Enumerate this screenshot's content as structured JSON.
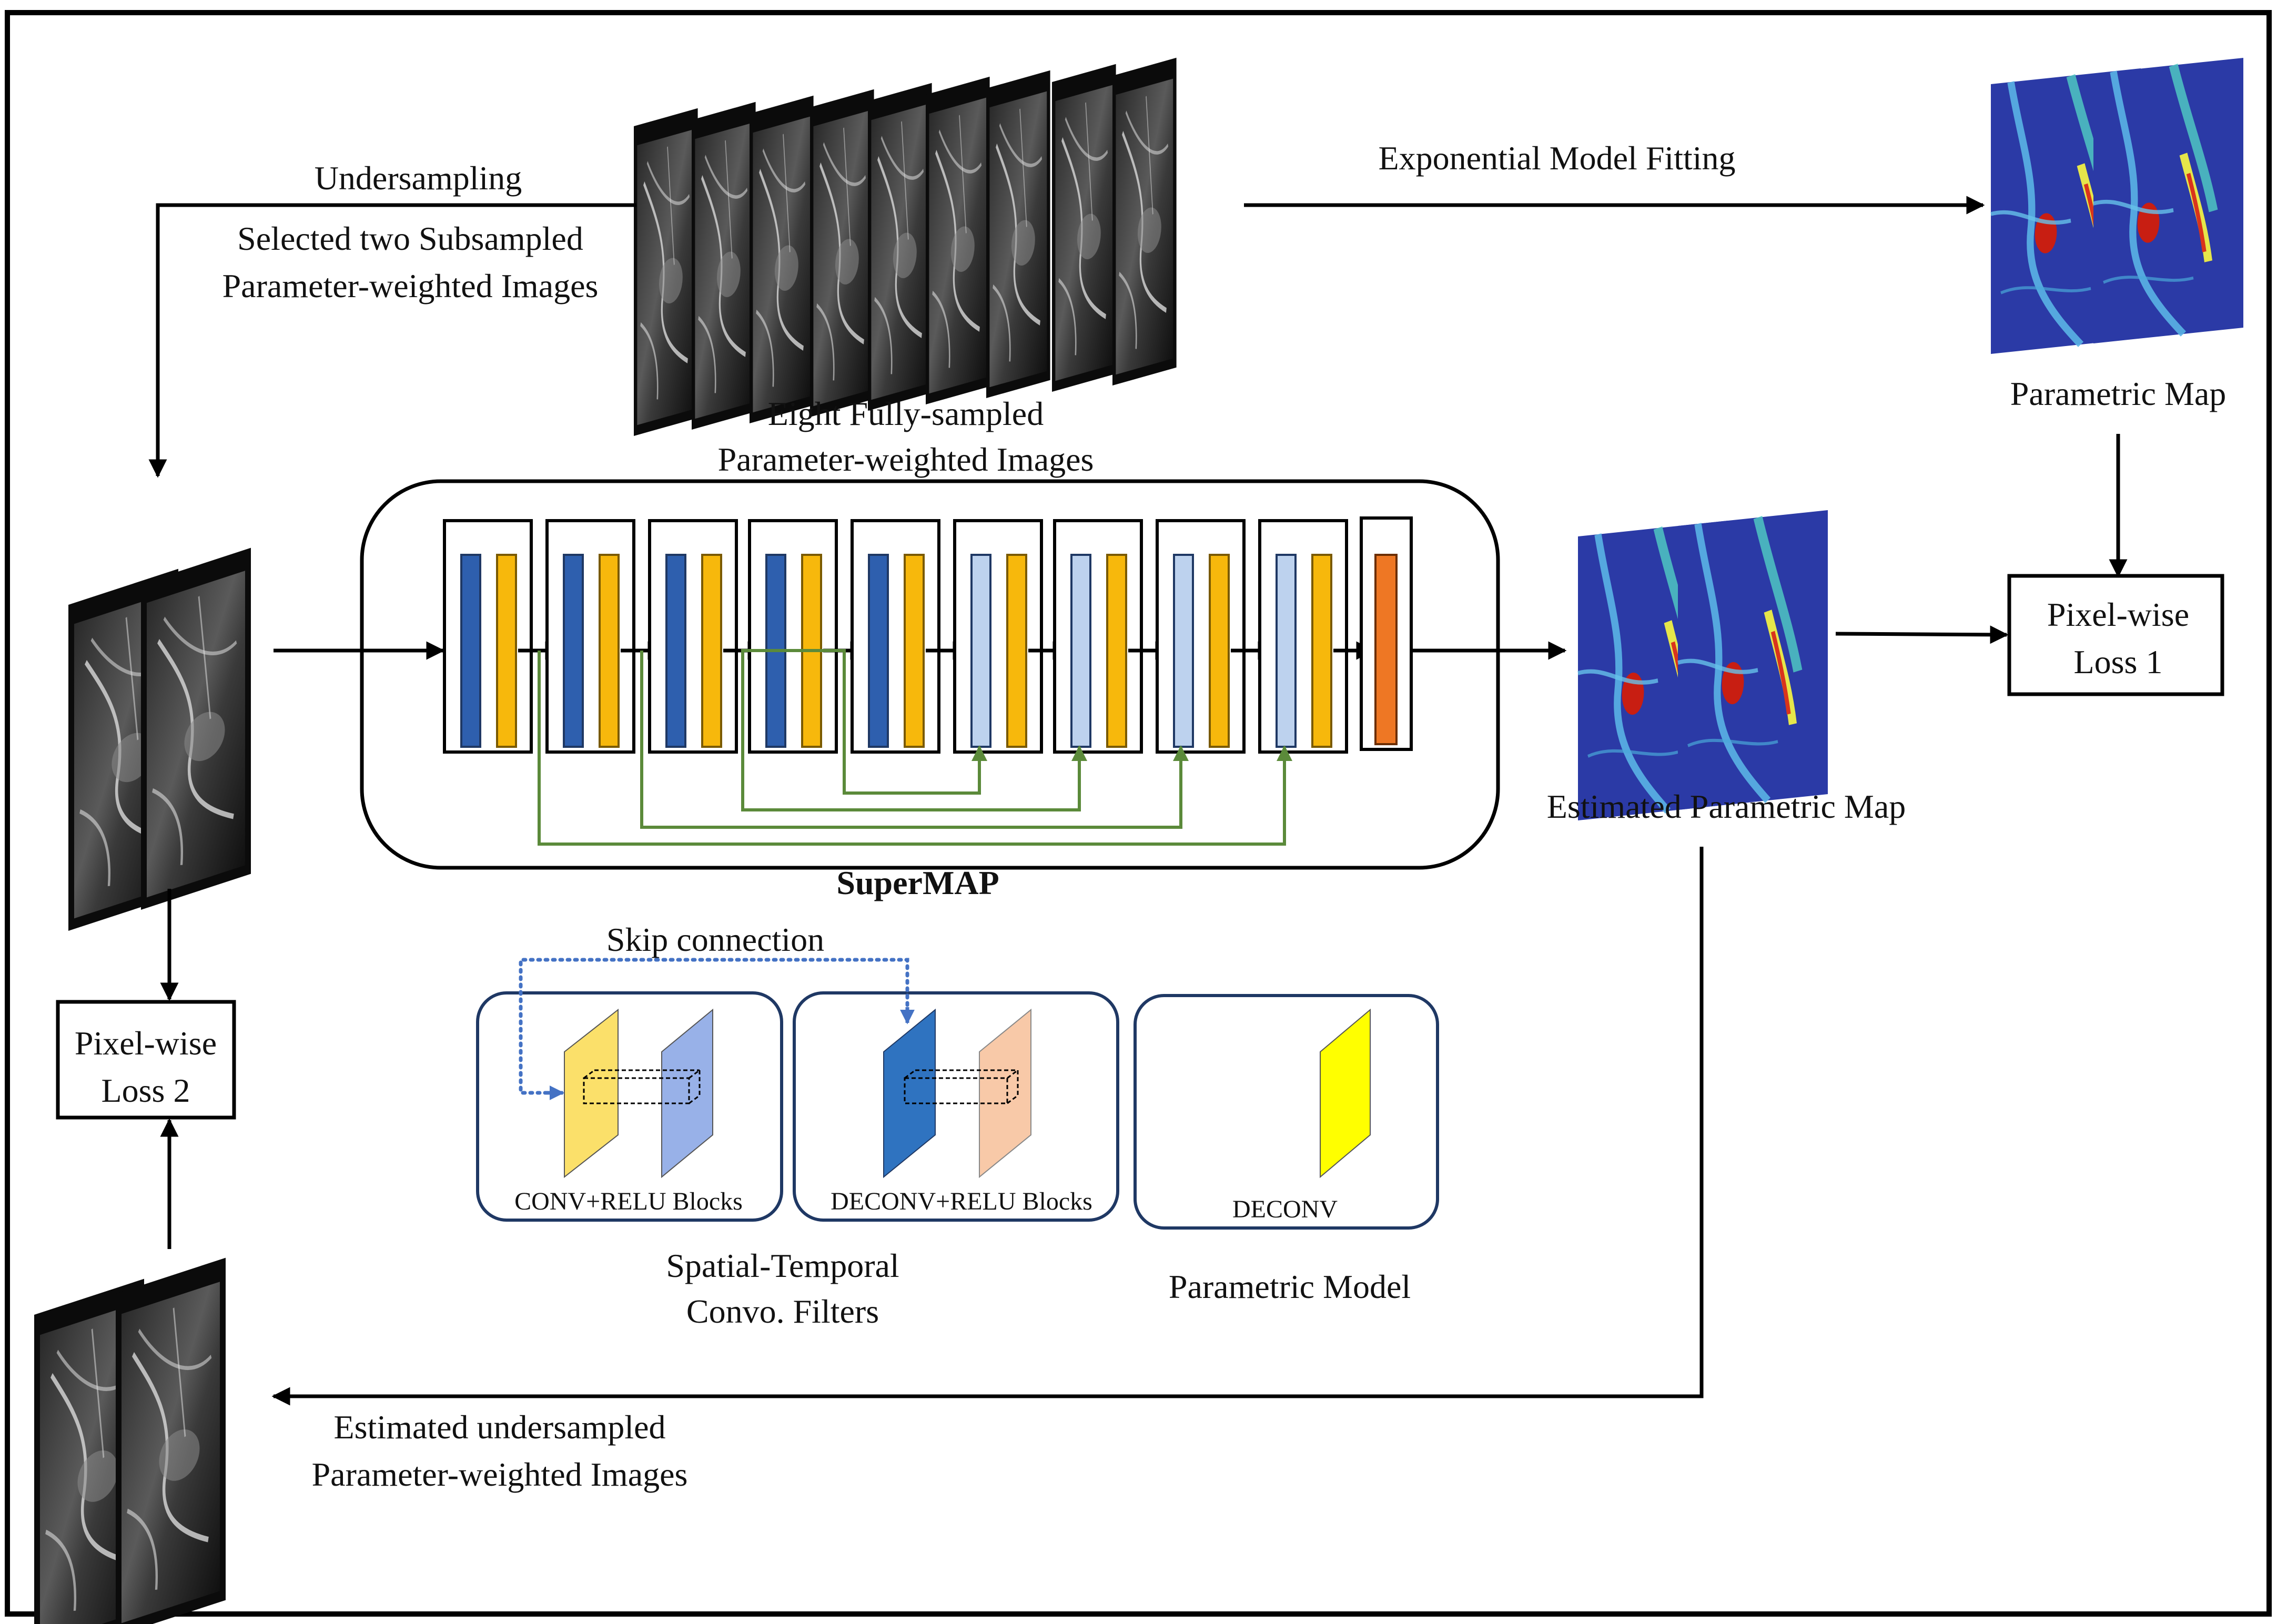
{
  "labels": {
    "undersampling": "Undersampling",
    "selected_line1": "Selected two Subsampled",
    "selected_line2": "Parameter-weighted Images",
    "eight_line1": "Eight Fully-sampled",
    "eight_line2": "Parameter-weighted Images",
    "exp_fit": "Exponential Model Fitting",
    "parametric_map": "Parametric Map",
    "estimated_map": "Estimated Parametric Map",
    "loss1_line1": "Pixel-wise",
    "loss1_line2": "Loss 1",
    "loss2_line1": "Pixel-wise",
    "loss2_line2": "Loss 2",
    "supermap": "SuperMAP",
    "skip_connection": "Skip connection",
    "conv_relu": "CONV+RELU Blocks",
    "deconv_relu": "DECONV+RELU Blocks",
    "deconv": "DECONV",
    "st_line1": "Spatial-Temporal",
    "st_line2": "Convo. Filters",
    "parametric_model": "Parametric Model",
    "est_under_line1": "Estimated undersampled",
    "est_under_line2": "Parameter-weighted Images"
  },
  "colors": {
    "conv_blue": "#2e5fae",
    "deconv_light_blue": "#bdd2ee",
    "relu_yellow": "#f7b80c",
    "output_orange": "#ee7724",
    "skip_green": "#5b8a3a",
    "skip_dotted_blue": "#4472c4",
    "legend_border": "#1f3864",
    "conv_filter_yellow": "#fbe06a",
    "conv_filter_blue": "#98b1e8",
    "deconv_filter_blue": "#2f73c0",
    "deconv_filter_peach": "#f8c9a8",
    "param_filter_yellow": "#ffff00",
    "map_navy": "#2b3aa6"
  },
  "icons": {
    "mri_stack": "knee-mri-slice",
    "param_map": "parametric-map-heat"
  }
}
